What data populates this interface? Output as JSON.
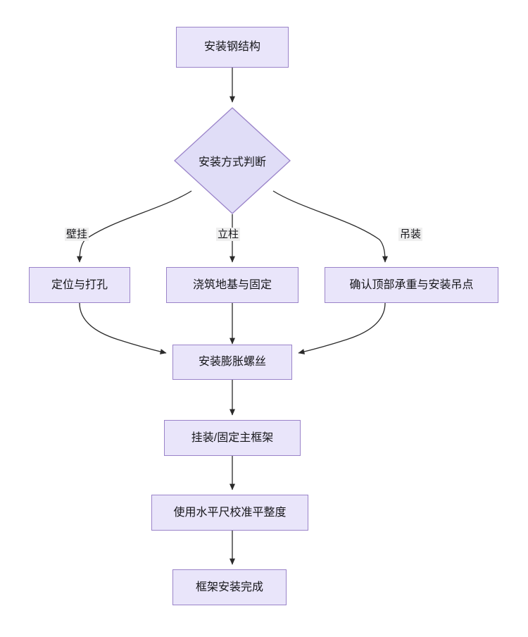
{
  "diagram": {
    "type": "flowchart",
    "orientation": "top-to-bottom",
    "theme": {
      "node_fill": "#e9e5fa",
      "node_border": "#9a83c9",
      "edge_color": "#333333",
      "label_background": "#efefef",
      "text_color": "#16161a",
      "canvas_background": "#ffffff"
    },
    "nodes": [
      {
        "id": "n1",
        "shape": "rect",
        "label": "安装钢结构"
      },
      {
        "id": "n2",
        "shape": "diamond",
        "label": "安装方式判断"
      },
      {
        "id": "n3",
        "shape": "rect",
        "label": "定位与打孔"
      },
      {
        "id": "n4",
        "shape": "rect",
        "label": "浇筑地基与固定"
      },
      {
        "id": "n5",
        "shape": "rect",
        "label": "确认顶部承重与安装吊点"
      },
      {
        "id": "n6",
        "shape": "rect",
        "label": "安装膨胀螺丝"
      },
      {
        "id": "n7",
        "shape": "rect",
        "label": "挂装/固定主框架"
      },
      {
        "id": "n8",
        "shape": "rect",
        "label": "使用水平尺校准平整度"
      },
      {
        "id": "n9",
        "shape": "rect",
        "label": "框架安装完成"
      }
    ],
    "edges": [
      {
        "from": "n1",
        "to": "n2",
        "label": ""
      },
      {
        "from": "n2",
        "to": "n3",
        "label": "壁挂"
      },
      {
        "from": "n2",
        "to": "n4",
        "label": "立柱"
      },
      {
        "from": "n2",
        "to": "n5",
        "label": "吊装"
      },
      {
        "from": "n3",
        "to": "n6",
        "label": ""
      },
      {
        "from": "n4",
        "to": "n6",
        "label": ""
      },
      {
        "from": "n5",
        "to": "n6",
        "label": ""
      },
      {
        "from": "n6",
        "to": "n7",
        "label": ""
      },
      {
        "from": "n7",
        "to": "n8",
        "label": ""
      },
      {
        "from": "n8",
        "to": "n9",
        "label": ""
      }
    ],
    "edge_labels": {
      "branch_left": "壁挂",
      "branch_middle": "立柱",
      "branch_right": "吊装"
    }
  }
}
